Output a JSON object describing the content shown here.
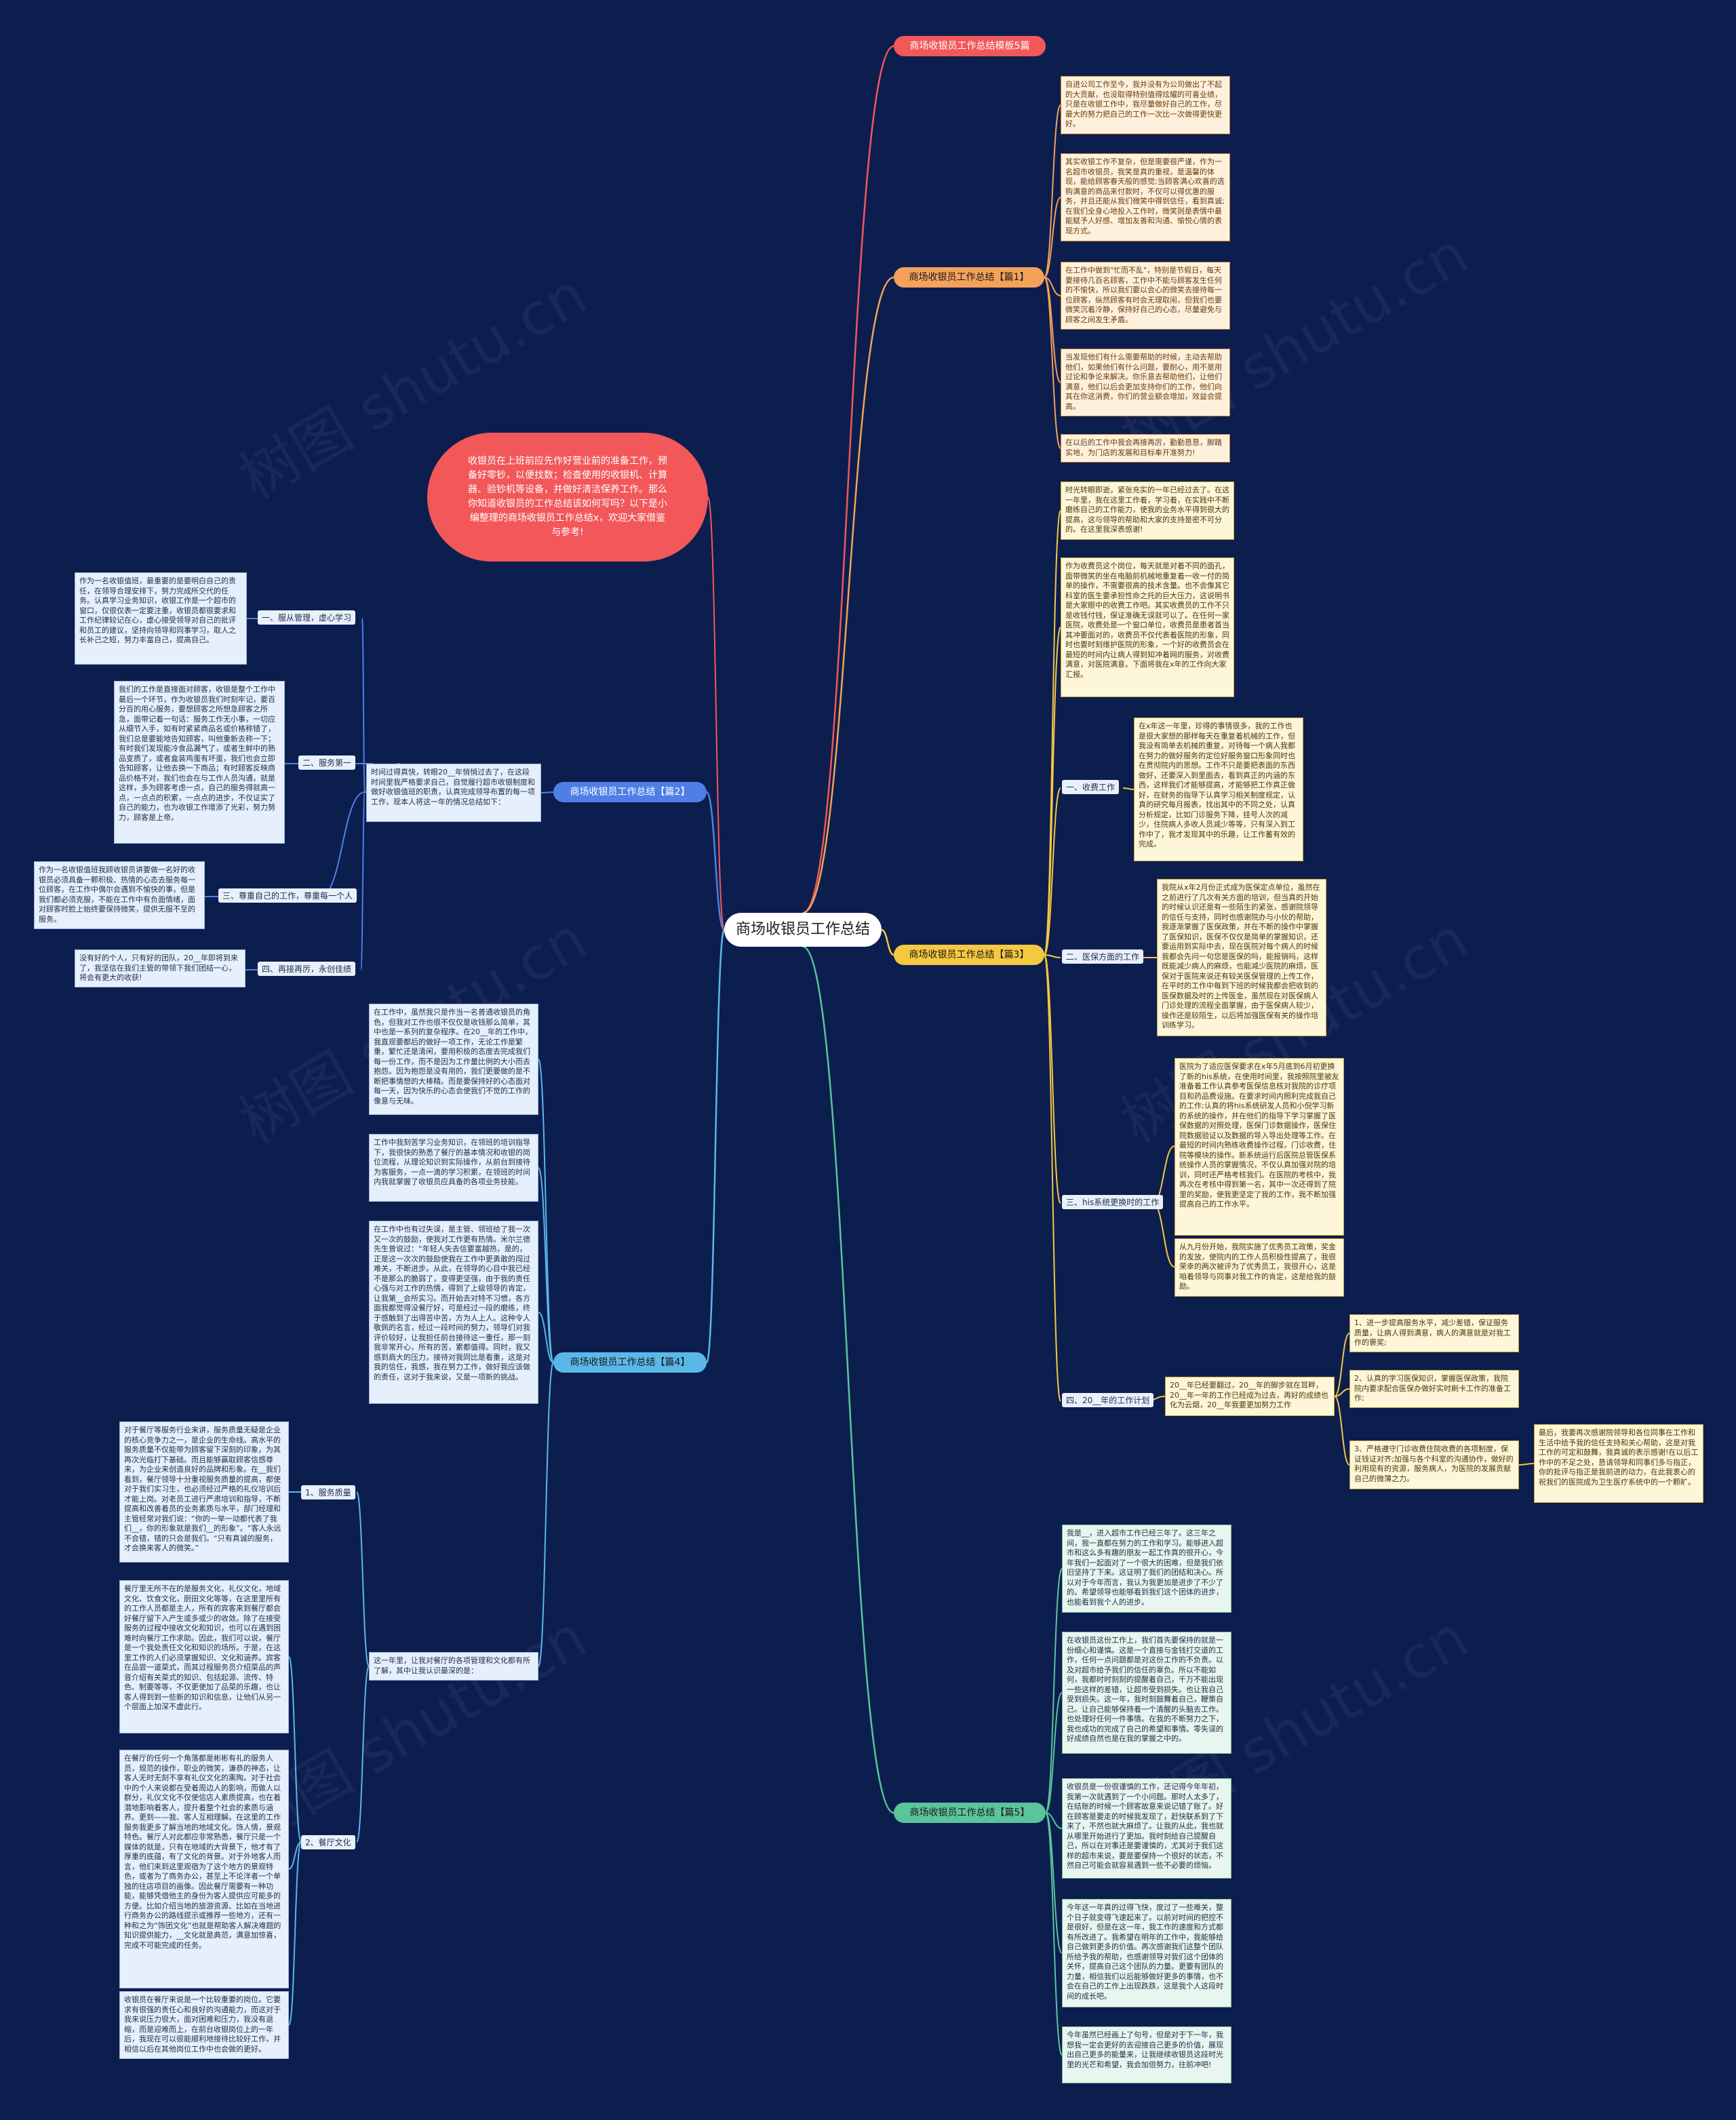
{
  "root": "商场收银员工作总结",
  "intro": "收银员在上班前应先作好营业前的准备工作，预备好零钞，以便找数；检查使用的收银机、计算器、验钞机等设备，并做好清洁保养工作。那么你知道收银员的工作总结该如何写吗？以下是小编整理的商场收银员工作总结x，欢迎大家借鉴与参考!",
  "watermark": "树图 shutu.cn",
  "colors": {
    "red": "#f2575a",
    "orange": "#f4a15a",
    "yellow": "#f5c842",
    "blue": "#4f7fe6",
    "cyan": "#59b8e8",
    "green": "#5ac59a",
    "bg": "#0c1e4e"
  },
  "branches": {
    "b5": "商场收银员工作总结模板5篇",
    "b1": "商场收银员工作总结【篇1】",
    "b2": "商场收银员工作总结【篇2】",
    "b3": "商场收银员工作总结【篇3】",
    "b4": "商场收银员工作总结【篇4】",
    "b5b": "商场收银员工作总结【篇5】"
  },
  "pian1": [
    "自进公司工作至今，我并没有为公司做出了不起的大贡献，也没取得特别值得炫耀的可喜业绩，只是在收银工作中，我尽量做好自己的工作，尽最大的努力把自己的工作一次比一次做得更快更好。",
    "其实收银工作不复杂，但是需要很严谨，作为一名超市收银员，我笑是真的重视，是温馨的体现，能给顾客春天般的感觉;当顾客满心欢喜的选购满意的商品来付款时，不仅可以得优惠的服务，并且还能从我们微笑中得到信任，看到真诚;在我们全身心地投入工作时，微笑则是表情中最能赋予人好感、增加友善和沟通、愉悦心情的表现方式。",
    "在工作中做到\"忙而不乱\"，特别是节假日，每天要接待几百名顾客，工作中不能与顾客发生任何的不愉快，所以我们要以会心的微笑去接待每一位顾客，纵然顾客有时会无理取闹，但我们也要微笑沉着冷静，保持好自己的心态，尽量避免与顾客之间发生矛盾。",
    "当发现他们有什么需要帮助的时候，主动去帮助他们，如果他们有什么问题，要耐心，用不是用过论和争论来解决。你乐意去帮助他们，让他们满意，他们以后会更加支持你们的工作，他们向其在你这消费，你们的营业额会增加，效益会提高。",
    "在以后的工作中我会再接再厉，勤勤恳恳，脚踏实地，为门店的发展和目标奉开准努力!"
  ],
  "pian2": {
    "summary": "时间过得真快，转眼20__年悄悄过去了，在这段时间里我严格要求自己，自觉履行超市收银制度和做好收银值班的职责，认真完成领导布置的每一项工作，现本人将这一年的情况总结如下：",
    "sections": [
      {
        "title": "一、服从管理，虚心学习",
        "text": "作为一名收银值班，最重要的是要明白自己的责任，在领导合理安排下，努力完成所交代的任务。认真学习业务知识，收银工作是一个超市的窗口，仅很仅表一定要注重，收银员都很要求和工作纪律较记在心，虚心接受领导对自己的批评和员工的建议，坚持向领导和同事学习，取人之长补己之短，努力丰富自己，提高自己。"
      },
      {
        "title": "二、服务第一",
        "text": "我们的工作是直接面对顾客，收银是整个工作中最后一个环节，作为收银员我们时刻牢记，要百分百的用心服务，要想顾客之所想急顾客之所急，面带记着一句话：服务工作无小事，一切应从细节入手，如有时紧紧商品名或价格称错了，我们总是要能地告知顾客，叫他重新去称一下；有时我们发现能冷食品漏气了，或者生鲜中的熟品变质了，或者盒装鸡蛋有坏蛋，我们也会立即告知顾客，让他去换一下商品；有时顾客反映商品价格不对，我们也会在与工作人员沟通，就是这样，多为顾客考虑一点，自己的服务得就高一点，一点点的积累，一点点的进步，不仅证实了自己的能力，也为收银工作增添了光彩，努力努力，顾客是上帝。"
      },
      {
        "title": "三、尊重自己的工作，尊重每一个人",
        "text": "作为一名收银值班我顾收银员讲要做一名好的收银员必须具备一颗积极、热情的心态去服务每一位顾客，在工作中偶尔会遇到不愉快的事，但是我们都必须克服，不能在工作中有负面情绪，面对顾客时脸上始终要保持微笑，提供无服不至的服务。"
      },
      {
        "title": "四、再接再厉，永创佳绩",
        "text": "没有好的个人，只有好的团队，20__年即将到来了，我坚信在我们主管的带领下我们团结一心，将会有更大的收获!"
      }
    ]
  },
  "pian3": {
    "intro": [
      "时光转眼即逝，紧张充实的一年已经过去了。在这一年里，我在这里工作着，学习着，在实践中不断磨练自己的工作能力，使我的业务水平得到很大的提高，这与领导的帮助和大家的支持是密不可分的。在这里我深表感谢!",
      "作为收费员这个岗位，每天就是对着不同的面孔，面带微笑的坐在电脑前机械地重复着一收一付的简单的操作，不需要很高的技术含量。也不会像其它科室的医生要承担性命之托的巨大压力，这说明书是大家眼中的收费工作吧。其实收费员的工作不只是收钱付钱，保证准确无误就可以了。在任何一家医院，收费处是一个窗口单位，收费员是患者首当其冲要面对的，收费员不仅代表着医院的形象，同时也要时刻维护医院的形象，一个好的收费员会在最短的时间内让病人得到知冲着网的服务，对收费满意，对医院满意。下面将我在x年的工作向大家汇报。"
    ],
    "sections": [
      {
        "title": "一、收费工作",
        "texts": [
          "在x年这一年里，珍得的事情很多，我的工作也是很大家想的那样每天在重复着机械的工作，但我没有简单去机械的重复，对待每一个病人我都在努力的做好服务的定位好服务窗口形象同时也在贯彻院内的思想。工作不只是要把表面的东西做好，还要深入到里面去，看到真正的内涵的东西，这样我们才能够提高，才能够把工作真正做好，在财务的指导下认真学习相关制度规定，认真的研究每月报表，找出其中的不同之处，认真分析规定，比如门诊服务下降，挂号人次的减少，住院病人多收人员减少等等，只有深入到工作中了，我才发现其中的乐趣，让工作蓄有效的完成。"
        ]
      },
      {
        "title": "二、医保方面的工作",
        "texts": [
          "我院从x年2月份正式成为医保定点单位，虽然在之前进行了几次有关方面的培训，但当真的开始的时候认识还是有一些陌生的紧张，感谢院领导的信任与支持，同时也感谢院办与小伙的帮助，我逐渐掌握了医保政策，并在不断的操作中掌握了医保知识，医保不仅仅是简单的掌握知识，还要运用到实际中去，现在医院对每个病人的时候我都会先问一句您是医保的吗，能报销吗，这样既能减少病人的麻烦，也能减少医院的麻烦，医保对于医院来说还有较关医保管理的上传工作，在平时的工作中每到下班的时候我都会把收到的医保数据及时的上传医金，虽然现在对医保病人门诊处理的流程全面掌握，由于医保病人较少，操作还是较陌生，以后将加强医保有关的操作培训练学习。"
        ]
      },
      {
        "title": "三、his系统更换时的工作",
        "texts": [
          "医院为了适应医保要求在x年5月底到6月初更换了新的his系统，在使用时间里，我按照院里被友准备着工作认真参考医保信息核对我院的诊疗项目和药品费设施。在要求时间内照利完成我自己的工作;认真的将his系统研发人员和小倪学习新的系统的操作，并在他们的指导下学习掌握了医保数据的对照处理，医保门诊数据操作，医保住院数据验证以及数据的导入导出处理等工作。在最短的时间内熟练收费操作过程，门诊收费，住院等模块的操作。新系统运行后医院总管医保系统操作人员的掌握情况，不仅认真加强对院的培训，同时还严格考核我们。在医院的考核中，我再次在考核中得到第一名，其中一次还得到了院里的奖励，使我更坚定了我的工作，我不断加强提高自己的工作水平。",
          "从九月份开始，我院实施了优秀员工政策，奖金的发放，使院内的工作人员积极性提高了，我很荣幸的两次被评为了优秀员工，我很开心，这是咱着领导与同事对我工作的肯定，这是给我的鼓励。"
        ]
      },
      {
        "title": "四、20__年的工作计划",
        "texts": [
          "20__年已经要翻过，20__年的脚步就在耳畔，20__年一年的工作已经成为过去，再好的成绩也化为云烟，20__年我要更加努力工作"
        ]
      }
    ],
    "plans": [
      "1、进一步提高服务水平，减少差错，保证服务质量，让病人得到满意，病人的满意就是对我工作的褒奖;",
      "2、认真的学习医保知识，掌握医保政策，我院院内要求配合医保办做好实时刷卡工作的准备工作;",
      "3、严格遵守门诊收费住院收费的各项制度，保证钱证对齐;加强与各个科室的沟通协作，做好的利用现有的资源，服务病人，为医院的发展贡献自己的微薄之力。"
    ],
    "closing": "最后，我要再次感谢院领导和各位同事在工作和生活中给予我的信任支持和关心帮助，这是对我工作的可定和鼓舞，我真诚的表示感谢!在以后工作中的不足之处，恳请领导和同事们多与指正，你的批评与指正是我前进的动力，在此我衷心的祝我们的医院成为卫生医疗系统中的一个颗旷。"
  },
  "pian4": {
    "paras": [
      "在工作中，虽然我只是作当一名普通收银员的角色，但我对工作也很不仅仅是收钱那么简单，其中也是一系列的复杂程序。在20__年的工作中，我直观要都后的做好一项工作，无论工作是繁重，繁忙还是清闲，要用积极的态度去完成我们每一份工作，而不是因为工作量比例的大小而去抱怨。因为抱怨是没有用的，我们更要做的是不断把事情想的大棒精。而是要保持好的心态面对每一天，因为快乐的心态会使我们不觉的工作的像意与无味。",
      "工作中我刻苦学习业务知识，在领班的培训指导下，我很快的熟悉了餐厅的基本情况和收银的岗位流程，从理论知识到实际操作，从前台到接待为客服务，一点一滴的学习积累，在领班的时间内我就掌握了收银员应具备的各项业务技能。",
      "在工作中也有过失误，是主管、领班给了我一次又一次的鼓励，使我对工作更有热情。米尔兰德先生曾说过：“年轻人失去信要富越热，是的，正是这一次次的鼓励使我在工作中更勇敢的闯过难关，不断进步。从此，在领导的心目中我已经不是那么的脆弱了，变得更坚强，由于我的责任心强与对工作的热情，得到了上级领导的肯定，让我第__会所实习。而开始去对特不习惯，各方面我都觉得没餐厅好，可是经过一段的磨练，终于感触到了出得苦中苦，方为人上人。这种令人敬佩的名言，经过一段时间的努力，领导们对我评价较好，让我担任前台接待这一重任，那一刻我非常开心，所有的苦，累都值得。同时，我又感到肩大的压力，接待对我同比是看重，这是对我的信任，我感，我在努力工作，做好我应该做的责任，这对于我来说，又是一项新的挑战。"
    ],
    "summary": "这一年里，让我对餐厅的各项管理和文化都有所了解，其中让我认识最深的是：",
    "sections": [
      {
        "title": "1、服务质量",
        "text": "对于餐厅等服务行业来讲，服务质量无疑是企业的核心竞争力之一，是企业的生命线。高水平的服务质量不仅能带为顾客留下深刻的印象，为其再次光临打下基础。而且能够赢取顾客信感尊来，为企业来创造良好的品牌和形象。在__我们看到，餐厅领导十分重视服务质量的提高，都使对于我们实习生，也必须经过严格的礼仪培训后才能上岗。对老员工进行严肃培训和指导，不断提高和改善着员的业务素质与水平，部门经理和主管经常对我们说：“你的一举一动都代表了我们__，你的形象就是我们__的形象”。“客人永远不会错，错的只会是我们。“只有真诚的服务，才会换来客人的微笑。”"
      },
      {
        "title": "2、餐厅文化",
        "texts": [
          "餐厅里无所不在的是服务文化，礼仪文化，地域文化、饮食文化，厨田文化等等，在这里里所有的工作人员都是主人，所有的宾客来到餐厅都会好餐厅留下入产生或多或少的收敛。除了在接受服务的过程中接收文化和知识，也可以在遇到困难时向餐厅工作求助。因此，我们可以说，餐厅是一个我处责任文化和知识的场所。于是，在这里工作的人们必须掌握知识、文化和涵养。宾客在品尝一道菜式，而其过程服务员介绍菜品的声音介绍有关菜式的知识、包括起源、流传、特色、制要等等，不仅更使加了品菜的乐趣，也让客人得到到一些新的知识和信息，让他们从另一个层面上加深不虚此行。",
          "在餐厅的任何一个角落都是彬彬有礼的服务人员，规范的操作，职业的微笑，谦恭的神态，让客人无时无刻不享有礼仪文化的熏陶。对于社会中的个人来说都在受着周边人的影响，而做人以群分，礼仪文化不仅使信店人素质提高，也在着潜地影响着客人，提升着整个社会的素质与涵养。更到——我、客人互相理解。在这里的工作服务我更多了解当地的地域文化。饰人情，景观特色。餐厅人对此都应非常熟悉，餐厅只是一个媒体的就是，只有在地域的大背景下，他才有了厚重的底蕴，有了文化的背景。对于外地客人而言，他们来到这里观宿为了这个地方的景观特色，或者为了商务办公，甚至上不论洋者一个单独的往店项目的画像。因此餐厅需要有一种功能，能够凭借他主的身份为客人提供应可能多的方便。比如介绍当地的旅游资源、比如在当地进行商务办公的路线提示或推荐一些地方，还有一种和之为“饰团文化”也就是帮助客人解决难题的知识提供能力，__文化就是典范，满意加惊喜，完成不可能完成的任务。",
          "收银员在餐厅来说是一个比较重要的岗位。它要求有很强的责任心和良好的沟通能力，而这对于我来说压力很大，面对困难和压力，我没有退缩，而是迎难而上，在前台收银岗位上的一年后，我现在可以很能顺利地接待比较好工作，并相信以后在其他岗位工作中也会做的更好。"
        ]
      }
    ]
  },
  "pian5": [
    "我是__，进入超市工作已经三年了。这三年之间，我一直都在努力的工作和学习。能够进入超市和这么多有趣的朋友一起工作真的很开心，今年我们一起面对了一个很大的困难，但是我们依旧坚持了下来。这证明了我们的团结和决心。所以对于今年而言，我认为我更加是进步了不少了的。希望领导也能够看到我们这个团体的进步，也能看到我个人的进步。",
    "在收银员这份工作上，我们首先要保持的就是一份细心和谨慎。这是一个直接与金钱打交道的工作，任何一点问题都是对这份工作的不负责。以及对超市给予我们的信任的辜负。所以不能如何，我都时时刻刻的提醒着自己，千万不能出现一些这样的差错，让超市受到损失。也让我自己受到损失。这一年，我时刻鼓舞着自己，鞭策自己。让自己能够保持着一个清醒的头脑去工作。也处理好任何一件事情。在我的不断努力之下，我也成功的完成了自己的希望和事情。零失误的好成绩自然也是在我的掌握之中的。",
    "收银员是一份很谨慎的工作，还记得今年年初，我第一次就遇到了一个小问题。那时人太多了，在结账的时候一个顾客故意来说记错了账了。好在顾客是要走的时候我发现了，赶快联系到了下来了，不然也就大麻烦了。让我的从此，我也就从哪里开始进行了更加。我时刻给自己提醒自己，所以在对事还是要谨慎的，尤其对于我们这样的超市来说，要是要保持一个很好的状态，不然自己可能会就容易遇到一些不必要的烦恼。",
    "今年这一年真的过得飞快，度过了一些难关，整个日子就变得飞速起来了。以前对时间的把控不是很好，但是在这一年，我工作的速度和方式都有所改进了。我希望在明年的工作中，我能够给自己做到更多的价值。再次感谢我们这整个团队所给予我的帮助，也感谢领导对我们这个团体的关怀，提高自己这个团队的力量。更要有团队的力量，相信我们以后能够做好更多的事情，也不会在自己的工作上出现跌跌，这是我个人这段时间的成长吧。",
    "今年虽然已经画上了句号，但是对于下一年，我想我一定会更好的去迎接自己更多的价值，展现出自己更多的能量来，让我继续收银员这段时光里的光芒和希望，我会加倍努力，往前冲吧!"
  ]
}
